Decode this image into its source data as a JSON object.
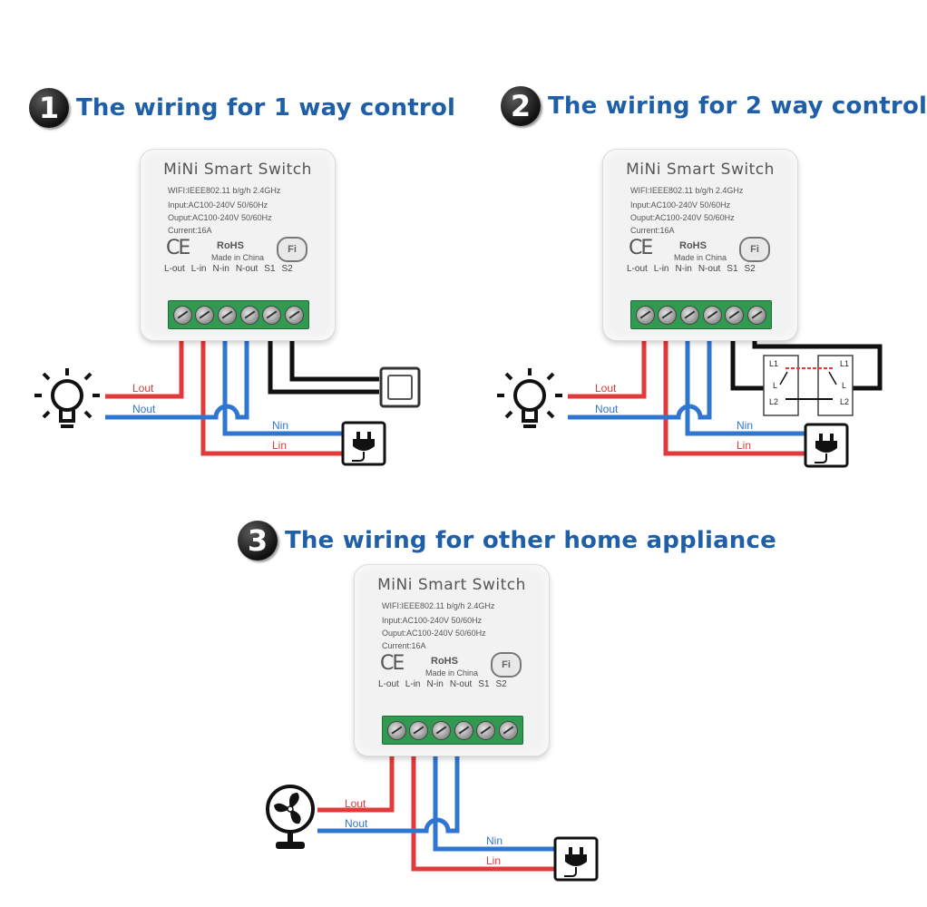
{
  "colors": {
    "live": "#e03a3a",
    "neutral": "#2f76d2",
    "switch_wire": "#111111",
    "heading": "#1f5fa8",
    "terminal_block": "#2f9a50"
  },
  "device": {
    "title": "MiNi Smart Switch",
    "wifi_spec": "WIFI:IEEE802.11 b/g/h 2.4GHz",
    "input_spec": "Input:AC100-240V 50/60Hz",
    "output_spec": "Ouput:AC100-240V 50/60Hz",
    "current_spec": "Current:16A",
    "ce_mark": "CE",
    "rohs": "RoHS",
    "made_in": "Made in China",
    "wifi_logo": "Fi",
    "terminals": [
      "L-out",
      "L-in",
      "N-in",
      "N-out",
      "S1",
      "S2"
    ]
  },
  "panels": [
    {
      "number": "1",
      "heading": "The wiring for 1 way control",
      "load_icon": "light-bulb-icon",
      "switch_icon": "wall-switch-icon",
      "wire_labels": {
        "lout": "Lout",
        "nout": "Nout",
        "nin": "Nin",
        "lin": "Lin"
      }
    },
    {
      "number": "2",
      "heading": "The wiring for 2 way control",
      "load_icon": "light-bulb-icon",
      "switch_icon": "two-way-switch-icon",
      "wire_labels": {
        "lout": "Lout",
        "nout": "Nout",
        "nin": "Nin",
        "lin": "Lin"
      },
      "two_way_labels": [
        "L1",
        "L",
        "L2",
        "L1",
        "L",
        "L2"
      ]
    },
    {
      "number": "3",
      "heading": "The wiring for other home appliance",
      "load_icon": "fan-icon",
      "wire_labels": {
        "lout": "Lout",
        "nout": "Nout",
        "nin": "Nin",
        "lin": "Lin"
      }
    }
  ]
}
